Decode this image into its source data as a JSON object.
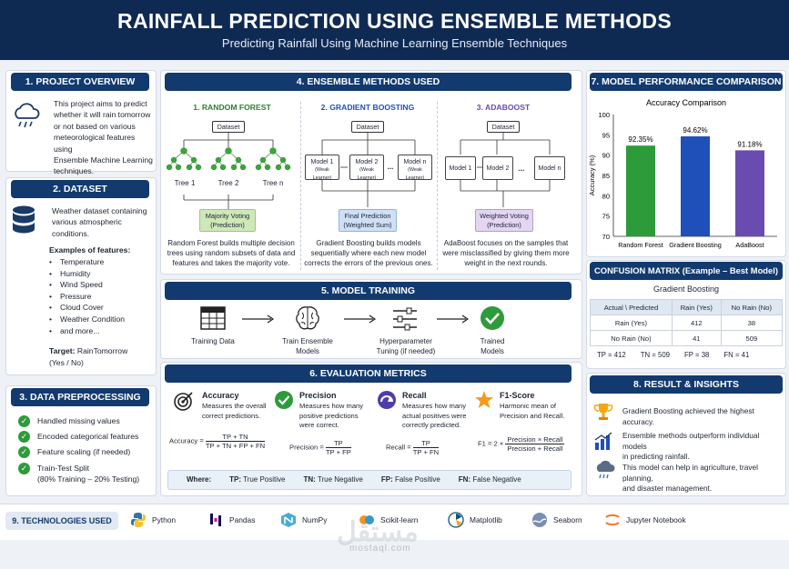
{
  "header": {
    "title": "RAINFALL PREDICTION USING ENSEMBLE METHODS",
    "subtitle": "Predicting Rainfall Using Machine Learning Ensemble Techniques"
  },
  "overview": {
    "title": "1. PROJECT OVERVIEW",
    "text": [
      "This project aims to predict",
      "whether it will rain tomorrow",
      "or not based on various",
      "meteorological features using",
      "Ensemble Machine Learning",
      "techniques."
    ]
  },
  "dataset": {
    "title": "2. DATASET",
    "text": [
      "Weather dataset containing",
      "various atmospheric",
      "conditions."
    ],
    "features_label": "Examples of features:",
    "features": [
      "Temperature",
      "Humidity",
      "Wind Speed",
      "Pressure",
      "Cloud Cover",
      "Weather Condition",
      "and more..."
    ],
    "target_label": "Target:",
    "target_value": "RainTomorrow",
    "target_values": "(Yes / No)"
  },
  "preprocessing": {
    "title": "3. DATA PREPROCESSING",
    "items": [
      "Handled missing values",
      "Encoded categorical features",
      "Feature scaling (if needed)",
      "Train-Test Split"
    ],
    "split_detail": "(80% Training – 20% Testing)"
  },
  "ensemble": {
    "title": "4. ENSEMBLE METHODS USED",
    "rf": {
      "title": "1. RANDOM FOREST",
      "dataset": "Dataset",
      "trees": [
        "Tree 1",
        "Tree 2",
        "Tree n"
      ],
      "dots": "...",
      "result1": "Majority Voting",
      "result2": "(Prediction)",
      "desc": [
        "Random Forest builds multiple decision",
        "trees using random subsets of data and",
        "features and takes the majority vote."
      ]
    },
    "gb": {
      "title": "2. GRADIENT BOOSTING",
      "dataset": "Dataset",
      "models": [
        "Model 1",
        "Model 2",
        "Model n"
      ],
      "weak": "(Weak Learner)",
      "dots": "...",
      "result1": "Final Prediction",
      "result2": "(Weighted Sum)",
      "desc": [
        "Gradient Boosting builds models",
        "sequentially where each new model",
        "corrects the errors of the previous ones."
      ]
    },
    "ab": {
      "title": "3. ADABOOST",
      "dataset": "Dataset",
      "models": [
        "Model 1",
        "Model 2",
        "Model n"
      ],
      "dots": "...",
      "result1": "Weighted Voting",
      "result2": "(Prediction)",
      "desc": [
        "AdaBoost focuses on the samples that",
        "were misclassified by giving them more",
        "weight in the next rounds."
      ]
    }
  },
  "training": {
    "title": "5. MODEL TRAINING",
    "steps": [
      [
        "Training Data"
      ],
      [
        "Train Ensemble",
        "Models"
      ],
      [
        "Hyperparameter",
        "Tuning (if needed)"
      ],
      [
        "Trained",
        "Models"
      ]
    ]
  },
  "metrics": {
    "title": "6. EVALUATION METRICS",
    "accuracy": {
      "name": "Accuracy",
      "desc": [
        "Measures the overall",
        "correct predictions."
      ],
      "lhs": "Accuracy =",
      "num": "TP + TN",
      "den": "TP + TN + FP + FN"
    },
    "precision": {
      "name": "Precision",
      "desc": [
        "Measures how many",
        "positive predictions",
        "were correct."
      ],
      "lhs": "Precision =",
      "num": "TP",
      "den": "TP + FP"
    },
    "recall": {
      "name": "Recall",
      "desc": [
        "Measures how many",
        "actual positives were",
        "correctly predicted."
      ],
      "lhs": "Recall =",
      "num": "TP",
      "den": "TP + FN"
    },
    "f1": {
      "name": "F1-Score",
      "desc": [
        "Harmonic mean of",
        "Precision and Recall."
      ],
      "lhs": "F1 = 2 ×",
      "num": "Precision × Recall",
      "den": "Precision + Recall"
    },
    "where": "Where:",
    "legend": [
      [
        "TP:",
        "True Positive"
      ],
      [
        "TN:",
        "True Negative"
      ],
      [
        "FP:",
        "False Positive"
      ],
      [
        "FN:",
        "False Negative"
      ]
    ]
  },
  "performance": {
    "title": "7. MODEL PERFORMANCE COMPARISON"
  },
  "chart_data": {
    "type": "bar",
    "title": "Accuracy Comparison",
    "ylabel": "Accuracy (%)",
    "ylim": [
      70,
      100
    ],
    "yticks": [
      70,
      75,
      80,
      85,
      90,
      95,
      100
    ],
    "categories": [
      "Random Forest",
      "Gradient Boosting",
      "AdaBoost"
    ],
    "values": [
      92.35,
      94.62,
      91.18
    ],
    "labels": [
      "92.35%",
      "94.62%",
      "91.18%"
    ],
    "colors": [
      "#2e9b3a",
      "#1f4fb8",
      "#6a4bb0"
    ],
    "grid": false
  },
  "confusion": {
    "title": "CONFUSION MATRIX (Example – Best Model)",
    "model": "Gradient Boosting",
    "header": [
      "Actual \\ Predicted",
      "Rain (Yes)",
      "No Rain (No)"
    ],
    "rows": [
      [
        "Rain (Yes)",
        "412",
        "38"
      ],
      [
        "No Rain (No)",
        "41",
        "509"
      ]
    ],
    "footer": [
      "TP = 412",
      "TN = 509",
      "FP = 38",
      "FN = 41"
    ]
  },
  "results": {
    "title": "8. RESULT & INSIGHTS",
    "items": [
      [
        "Gradient Boosting achieved the highest accuracy."
      ],
      [
        "Ensemble methods outperform individual models",
        "in predicting rainfall."
      ],
      [
        "This model can help in agriculture, travel planning,",
        "and disaster management."
      ]
    ]
  },
  "tech": {
    "title": "9. TECHNOLOGIES USED",
    "items": [
      "Python",
      "Pandas",
      "NumPy",
      "Scikit-learn",
      "Matplotlib",
      "Seaborn",
      "Jupyter Notebook"
    ]
  },
  "watermark": {
    "arabic": "مستقل",
    "latin": "mostaql.com"
  }
}
